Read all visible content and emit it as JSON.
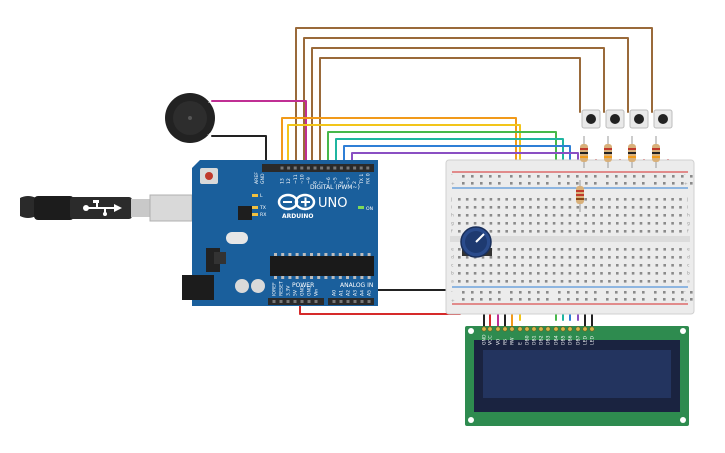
{
  "board": {
    "logo": "UNO",
    "brand": "ARDUINO",
    "digital_label": "DIGITAL (PWM~)",
    "power_label": "POWER",
    "analog_label": "ANALOG IN",
    "on_label": "ON",
    "l_label": "L",
    "tx_label": "TX",
    "rx_label": "RX",
    "aref_label": "AREF",
    "gnd_label": "GND",
    "digital_pins": [
      "13",
      "12",
      "~11",
      "~10",
      "~9",
      "8",
      "7",
      "~6",
      "~5",
      "4",
      "~3",
      "2",
      "TX 1",
      "RX 0"
    ],
    "power_pins": [
      "IOREF",
      "RESET",
      "3.3V",
      "5V",
      "GND",
      "GND",
      "Vin"
    ],
    "analog_pins": [
      "A0",
      "A1",
      "A2",
      "A3",
      "A4",
      "A5"
    ]
  },
  "buzzer": {
    "minus": "-",
    "plus": "+"
  },
  "breadboard": {
    "rows_top": [
      "j",
      "i",
      "h",
      "g",
      "f"
    ],
    "rows_bottom": [
      "e",
      "d",
      "c",
      "b",
      "a"
    ],
    "rail_minus": "-",
    "rail_plus": "+"
  },
  "lcd": {
    "pins": [
      "GND",
      "VCC",
      "V0",
      "RS",
      "RW",
      "E",
      "DB0",
      "DB1",
      "DB2",
      "DB3",
      "DB4",
      "DB5",
      "DB6",
      "DB7",
      "LED",
      "LED"
    ]
  },
  "colors": {
    "board": "#1a5f9c",
    "breadboard": "#ececec",
    "lcd_pcb": "#2e8b4f",
    "lcd_screen": "#23345f",
    "wire_brown": "#9a6a3a",
    "wire_magenta": "#c02f94",
    "wire_orange": "#f19a1a",
    "wire_yellow": "#f2c51a",
    "wire_green": "#47b84a",
    "wire_teal": "#1fb5a0",
    "wire_blue": "#2f7fd6",
    "wire_purple": "#8a4fc3",
    "wire_red": "#d62a2a",
    "wire_black": "#222222"
  }
}
